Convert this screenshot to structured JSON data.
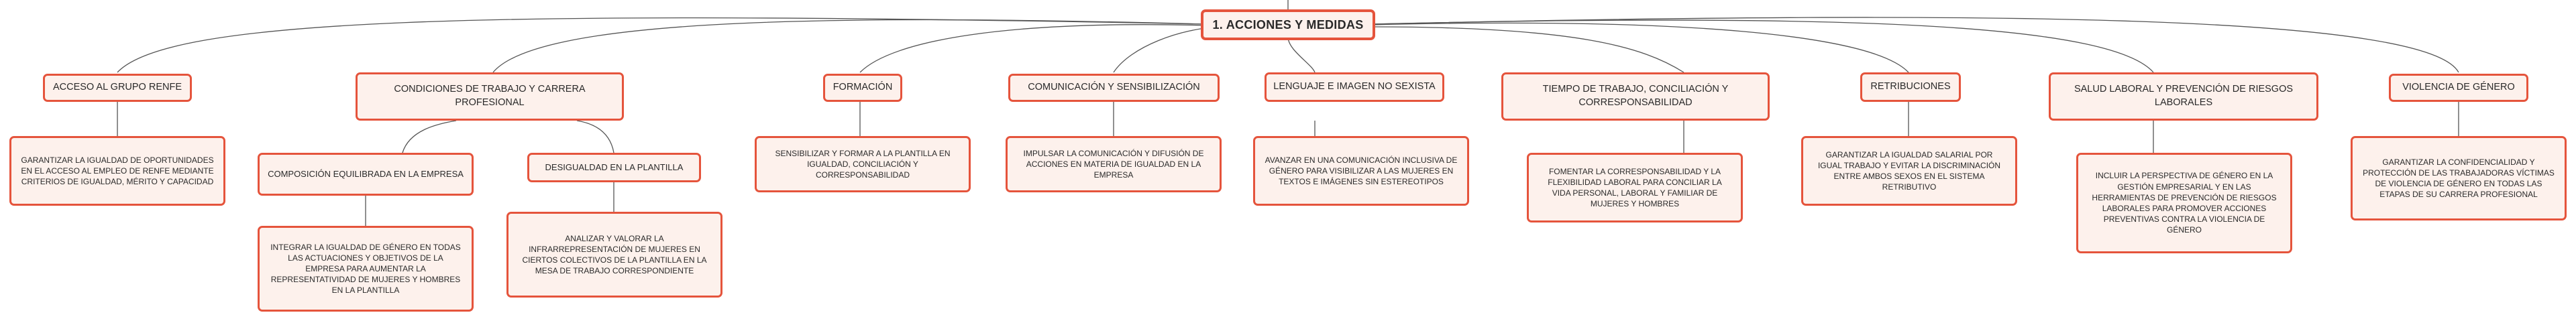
{
  "root": {
    "label": "1. ACCIONES Y MEDIDAS"
  },
  "categories": [
    {
      "label": "ACCESO AL GRUPO RENFE",
      "leaf": "GARANTIZAR LA IGUALDAD DE OPORTUNIDADES EN EL ACCESO AL EMPLEO DE RENFE MEDIANTE CRITERIOS DE IGUALDAD, MÉRITO Y CAPACIDAD"
    },
    {
      "label": "CONDICIONES DE TRABAJO Y CARRERA PROFESIONAL",
      "subs": [
        {
          "label": "COMPOSICIÓN EQUILIBRADA EN LA EMPRESA",
          "leaf": "INTEGRAR LA IGUALDAD DE GÉNERO EN TODAS LAS ACTUACIONES Y OBJETIVOS DE LA EMPRESA PARA AUMENTAR LA REPRESENTATIVIDAD DE MUJERES Y HOMBRES EN LA PLANTILLA"
        },
        {
          "label": "DESIGUALDAD EN LA PLANTILLA",
          "leaf": "ANALIZAR Y VALORAR LA INFRARREPRESENTACIÓN DE MUJERES EN CIERTOS COLECTIVOS DE LA PLANTILLA EN LA MESA DE TRABAJO CORRESPONDIENTE"
        }
      ]
    },
    {
      "label": "FORMACIÓN",
      "leaf": "SENSIBILIZAR Y FORMAR A LA PLANTILLA EN IGUALDAD, CONCILIACIÓN Y CORRESPONSABILIDAD"
    },
    {
      "label": "COMUNICACIÓN Y SENSIBILIZACIÓN",
      "leaf": "IMPULSAR LA COMUNICACIÓN Y DIFUSIÓN DE ACCIONES EN MATERIA DE IGUALDAD EN LA EMPRESA"
    },
    {
      "label": "LENGUAJE E IMAGEN NO SEXISTA",
      "leaf": "AVANZAR EN UNA COMUNICACIÓN INCLUSIVA DE GÉNERO PARA VISIBILIZAR A LAS MUJERES EN TEXTOS E IMÁGENES SIN ESTEREOTIPOS"
    },
    {
      "label": "TIEMPO DE TRABAJO, CONCILIACIÓN Y CORRESPONSABILIDAD",
      "leaf": "FOMENTAR LA CORRESPONSABILIDAD Y LA FLEXIBILIDAD LABORAL PARA CONCILIAR LA VIDA PERSONAL, LABORAL Y FAMILIAR DE MUJERES Y HOMBRES"
    },
    {
      "label": "RETRIBUCIONES",
      "leaf": "GARANTIZAR LA IGUALDAD SALARIAL POR IGUAL TRABAJO Y EVITAR LA DISCRIMINACIÓN ENTRE AMBOS SEXOS EN EL SISTEMA RETRIBUTIVO"
    },
    {
      "label": "SALUD LABORAL Y PREVENCIÓN DE RIESGOS LABORALES",
      "leaf": "INCLUIR LA PERSPECTIVA DE GÉNERO EN LA GESTIÓN EMPRESARIAL Y EN LAS HERRAMIENTAS DE PREVENCIÓN DE RIESGOS LABORALES PARA PROMOVER ACCIONES PREVENTIVAS CONTRA LA VIOLENCIA DE GÉNERO"
    },
    {
      "label": "VIOLENCIA DE GÉNERO",
      "leaf": "GARANTIZAR LA CONFIDENCIALIDAD Y PROTECCIÓN DE LAS TRABAJADORAS VÍCTIMAS DE VIOLENCIA DE GÉNERO EN TODAS LAS ETAPAS DE SU CARRERA PROFESIONAL"
    }
  ]
}
